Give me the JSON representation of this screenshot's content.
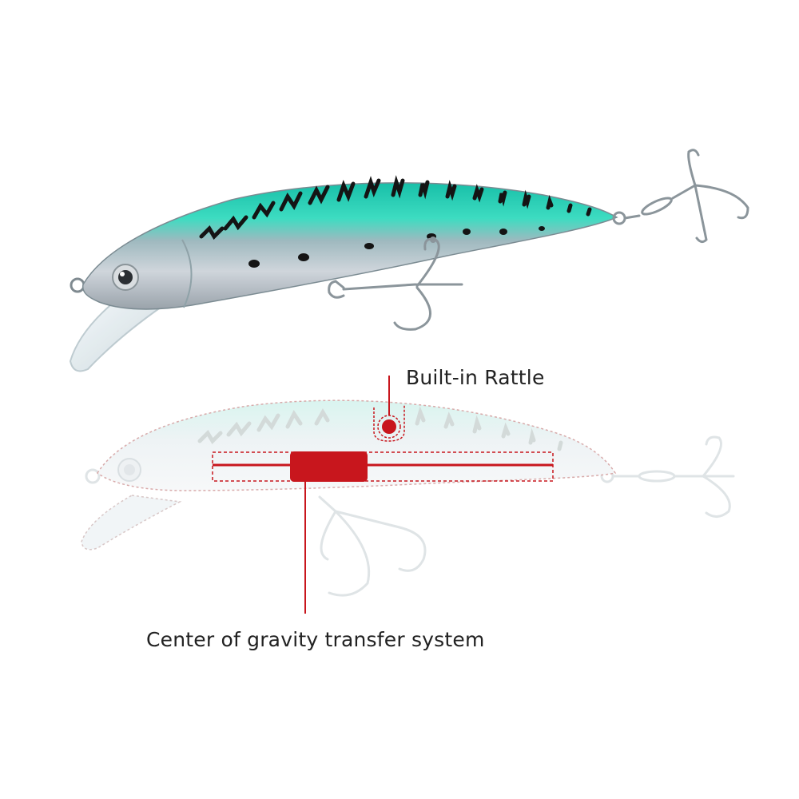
{
  "annotations": {
    "rattle_label": "Built-in Rattle",
    "cog_label": "Center of gravity transfer system"
  },
  "colors": {
    "annotation_red": "#c8161d",
    "lure_back_teal": "#2ad0b6",
    "lure_belly_silver": "#d8dde2",
    "stripe_black": "#141414",
    "ghost_outline": "#d8c7c7"
  },
  "parts": {
    "top_lure": "fishing-lure-photo",
    "bottom_lure": "transparent-lure-cutaway"
  }
}
